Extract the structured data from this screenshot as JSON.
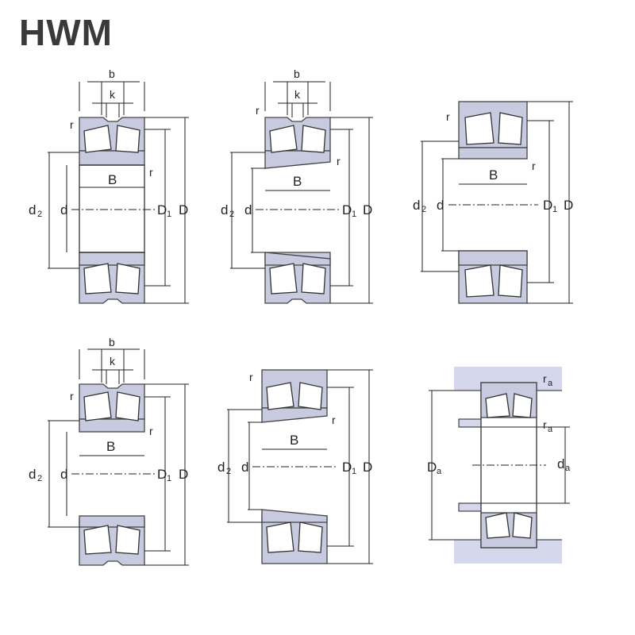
{
  "brand": "HWM",
  "labels": {
    "b": "b",
    "k": "k",
    "r": "r",
    "B": "B",
    "d": "d",
    "d2": "d",
    "d2_sub": "2",
    "D1": "D",
    "D1_sub": "1",
    "D": "D",
    "Da": "D",
    "Da_sub": "a",
    "da": "d",
    "da_sub": "a",
    "ra": "r",
    "ra_sub": "a"
  },
  "colors": {
    "ring_fill": "#c8cbe0",
    "housing_fill": "#d5d8ec",
    "line": "#222222"
  },
  "panels": [
    {
      "id": "cylindrical-bore-with-groove"
    },
    {
      "id": "tapered-bore-with-groove"
    },
    {
      "id": "cylindrical-bore-plain"
    },
    {
      "id": "cylindrical-bore-with-groove-variant"
    },
    {
      "id": "tapered-bore-plain"
    },
    {
      "id": "mounting-dimensions"
    }
  ]
}
